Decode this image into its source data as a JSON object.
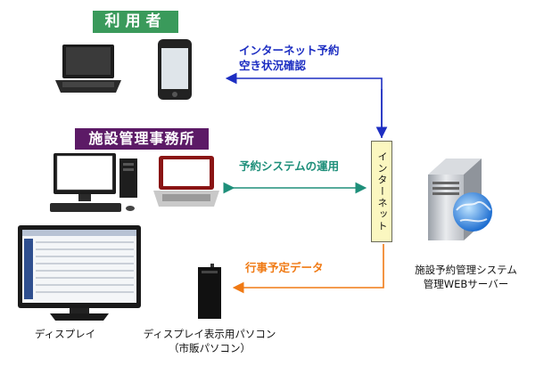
{
  "badges": {
    "users": "利用者",
    "facility": "施設管理事務所"
  },
  "flows": {
    "user_line1": "インターネット予約",
    "user_line2": "空き状況確認",
    "facility": "予約システムの運用",
    "schedule": "行事予定データ"
  },
  "internet_box": "インターネット",
  "captions": {
    "server_line1": "施設予約管理システム",
    "server_line2": "管理WEBサーバー",
    "display": "ディスプレイ",
    "pc_line1": "ディスプレイ表示用パソコン",
    "pc_line2": "（市販パソコン）"
  },
  "colors": {
    "user_flow": "#1d2ec2",
    "facility_flow": "#1e8f7a",
    "schedule_flow": "#f07a14",
    "users_badge": "#3a9a5b",
    "facility_badge": "#5c1a66"
  }
}
